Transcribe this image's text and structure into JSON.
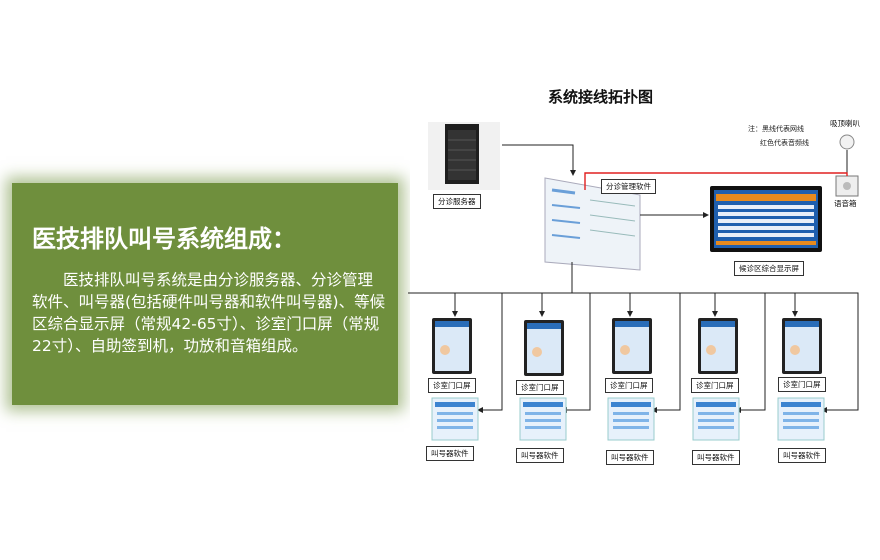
{
  "panel": {
    "title": "医技排队叫号系统组成：",
    "body": "医技排队叫号系统是由分诊服务器、分诊管理软件、叫号器(包括硬件叫号器和软件叫号器)、等候区综合显示屏（常规42-65寸）、诊室门口屏（常规22寸）、自助签到机，功放和音箱组成。"
  },
  "diagram": {
    "title": "系统接线拓扑图",
    "note_line1": "注：黑线代表网线",
    "note_line2": "红色代表音频线",
    "server_label": "分诊服务器",
    "software_label": "分诊管理软件",
    "waiting_screen_label": "候诊区综合显示屏",
    "ceiling_speaker_label": "吸顶喇叭",
    "speaker_box_label": "语音箱",
    "door_screen_label": "诊室门口屏",
    "caller_label": "叫号器软件"
  },
  "colors": {
    "panel_green": "#6f8f3d",
    "network_line": "#222222",
    "audio_line": "#e02020"
  }
}
